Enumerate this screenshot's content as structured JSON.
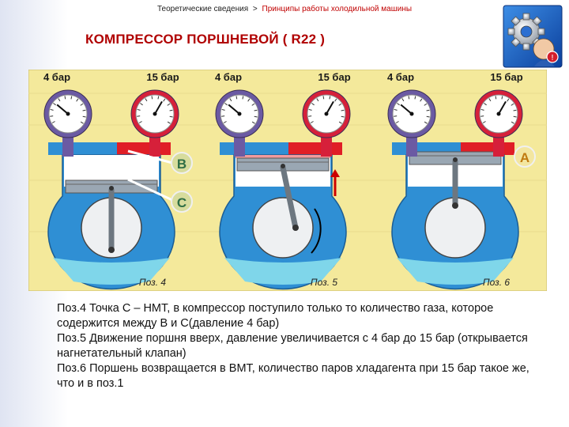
{
  "breadcrumb": {
    "section": "Теоретические сведения",
    "separator": ">",
    "current": "Принципы работы холодильной машины"
  },
  "title": "КОМПРЕССОР ПОРШНЕВОЙ ( R22 )",
  "logo": {
    "icon": "gear-help-icon"
  },
  "figure": {
    "gauge_labels": [
      "4 бар",
      "15 бар",
      "4 бар",
      "15 бар",
      "4 бар",
      "15 бар"
    ],
    "point_labels": {
      "a": "A",
      "b": "B",
      "c": "C"
    },
    "positions": [
      "Поз. 4",
      "Поз. 5",
      "Поз. 6"
    ],
    "colors": {
      "background": "#f4e99b",
      "low_pressure": "#2f8fd4",
      "high_pressure": "#e01e26",
      "gauge_low": "#6b5aa3",
      "gauge_high": "#d6203a",
      "oil": "#7fd6ea"
    }
  },
  "description": {
    "line1": "Поз.4 Точка С – НМТ, в компрессор поступило только то количество газа, которое содержится между В и С(давление 4 бар)",
    "line2": "Поз.5 Движение поршня вверх, давление увеличивается с 4 бар до 15 бар (открывается нагнетательный клапан)",
    "line3": "Поз.6 Поршень возвращается в ВМТ, количество паров хладагента при 15 бар такое же, что и в поз.1"
  }
}
